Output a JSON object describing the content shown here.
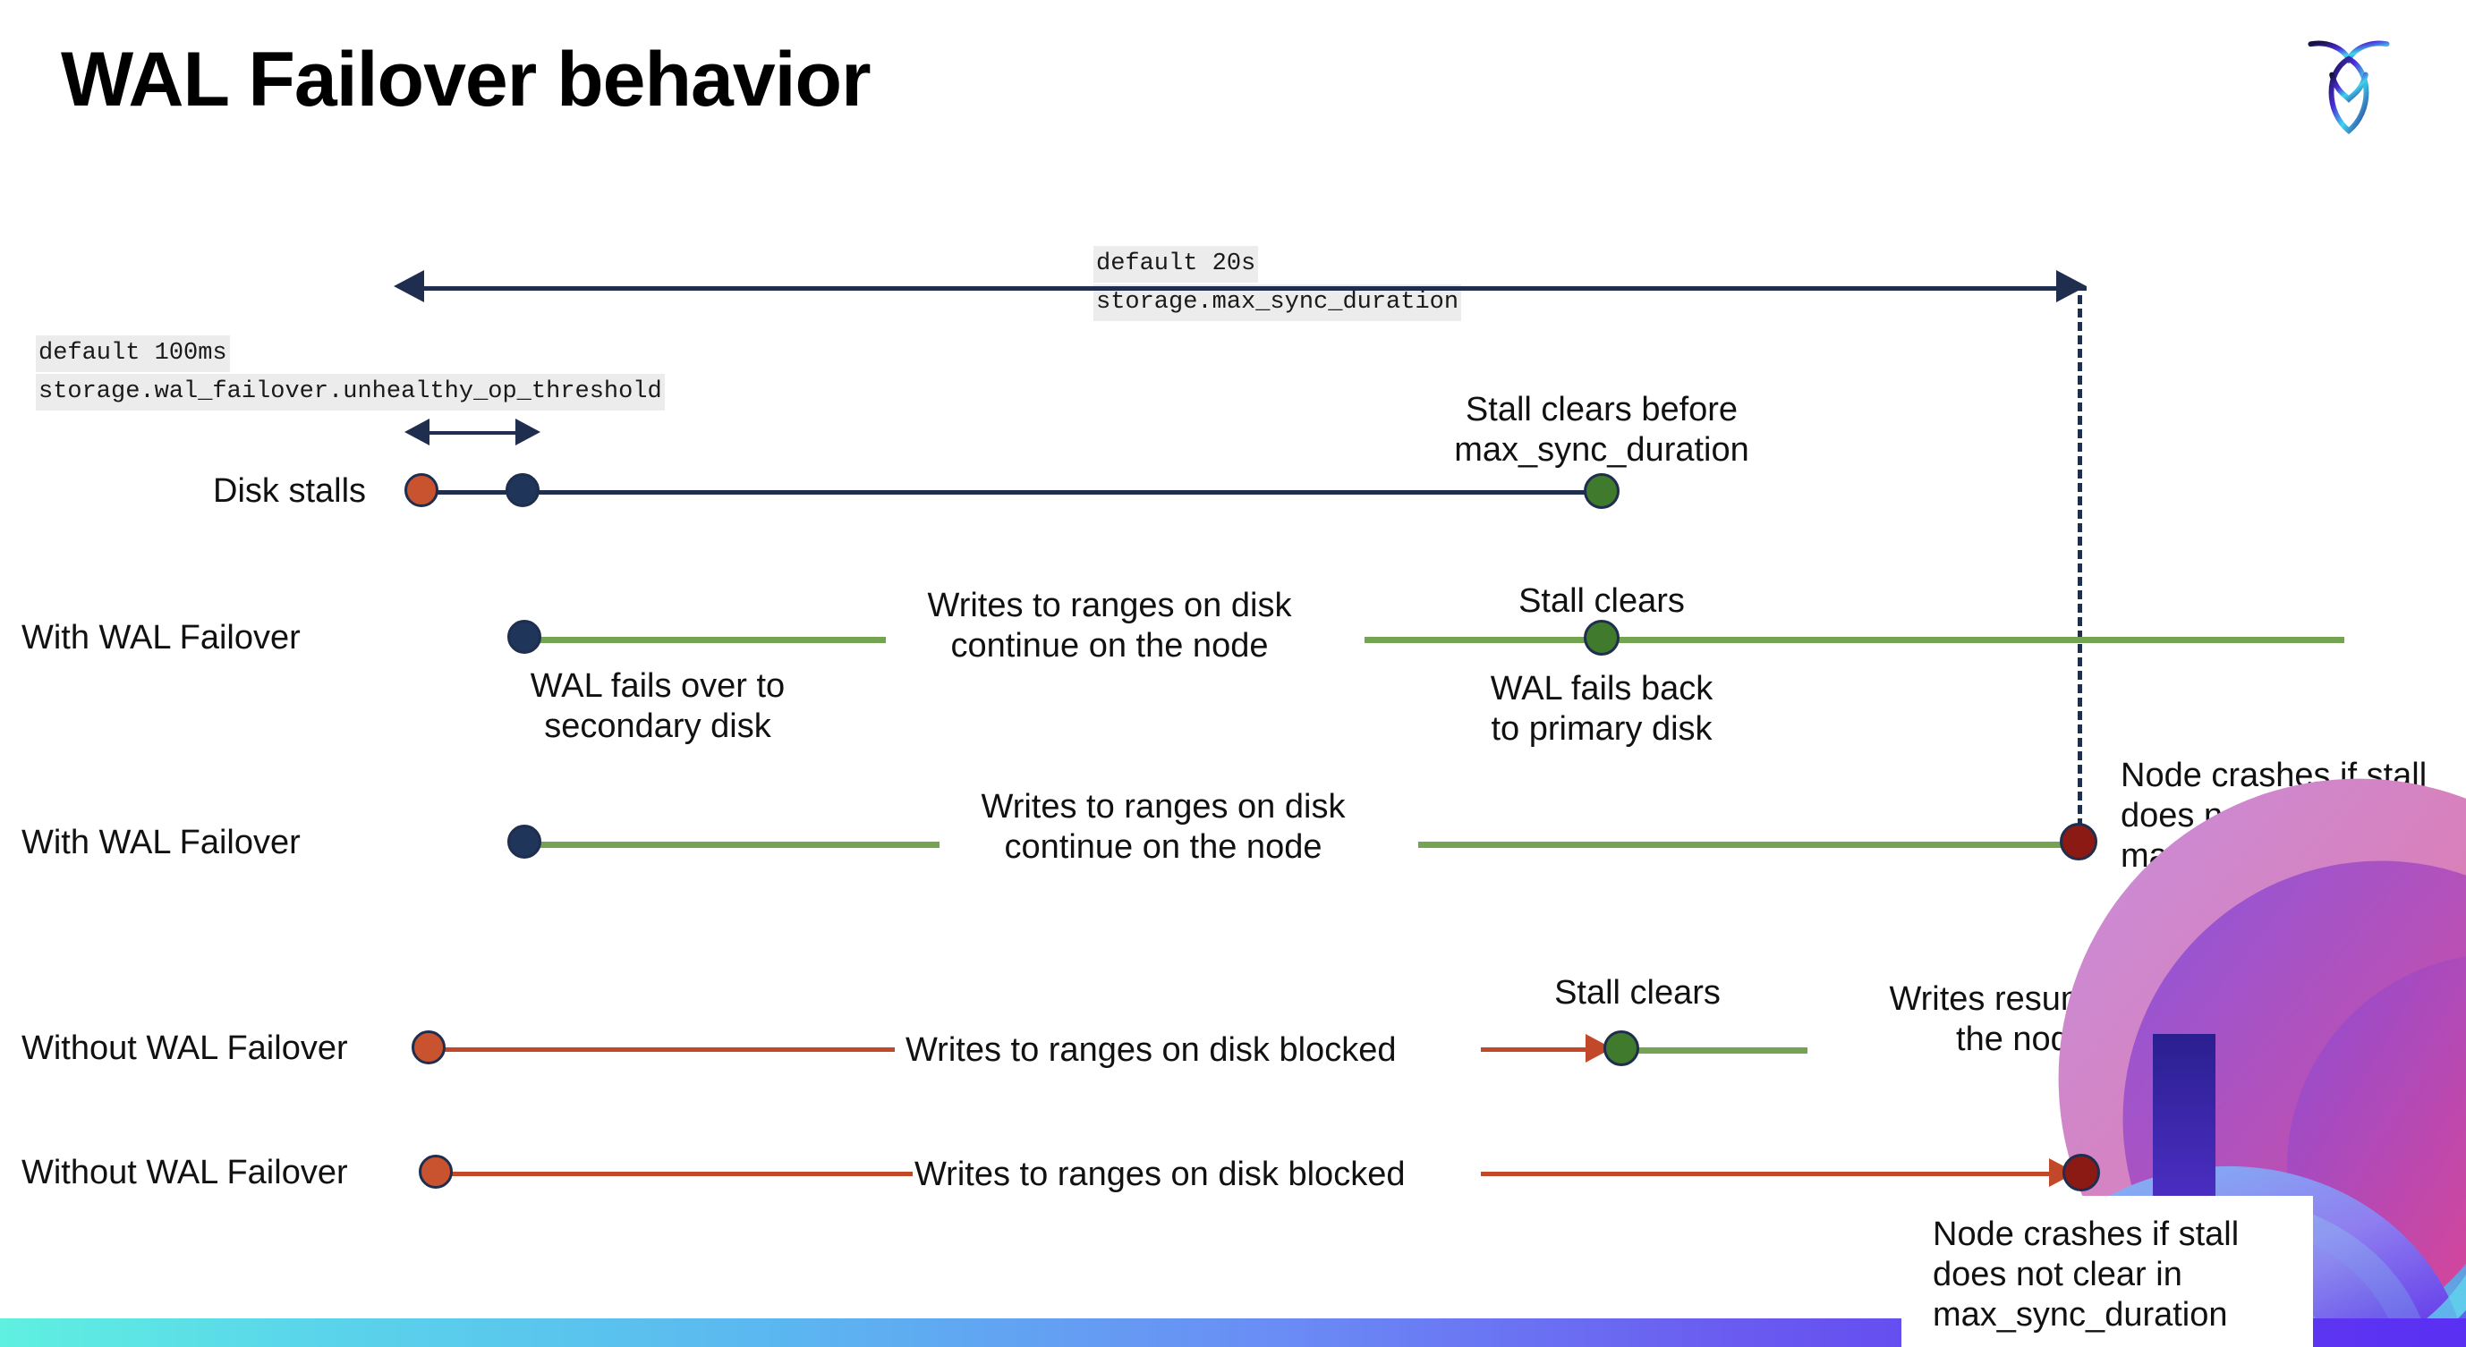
{
  "slide": {
    "title": "WAL Failover behavior",
    "logo_name": "cockroachdb-logo"
  },
  "annotations": {
    "top_setting_value": "default 20s",
    "top_setting_name": "storage.max_sync_duration",
    "left_setting_value": "default 100ms",
    "left_setting_name": "storage.wal_failover.unhealthy_op_threshold"
  },
  "rows": [
    {
      "id": "disk-stalls",
      "label": "Disk stalls",
      "note_above_end": "Stall clears before\nmax_sync_duration"
    },
    {
      "id": "with-wal-failover-1",
      "label": "With WAL Failover",
      "note_start_below": "WAL fails over to\nsecondary disk",
      "note_mid_above": "Writes to ranges on disk\ncontinue on the node",
      "note_end_above": "Stall clears",
      "note_end_below": "WAL fails  back\nto primary disk"
    },
    {
      "id": "with-wal-failover-2",
      "label": "With WAL Failover",
      "note_mid_above": "Writes to ranges on disk\ncontinue on the node",
      "note_end_right": "Node crashes if stall\ndoes not clear in\nmax_sync_duration"
    },
    {
      "id": "without-wal-failover-1",
      "label": "Without WAL Failover",
      "note_mid": "Writes to ranges on disk  blocked",
      "note_end_above": "Stall clears",
      "note_after_above": "Writes resume on\nthe node"
    },
    {
      "id": "without-wal-failover-2",
      "label": "Without WAL Failover",
      "note_mid": "Writes to ranges on disk  blocked",
      "note_end_box": "Node crashes if stall\ndoes not clear in\nmax_sync_duration"
    }
  ],
  "colors": {
    "navy": "#1f2d4e",
    "green_line": "#74a352",
    "orange_line": "#c1492a",
    "dot_navy": "#1f3559",
    "dot_orange": "#c8532e",
    "dot_green": "#3f7a2d",
    "dot_red": "#8c1a14",
    "code_bg": "#ececec"
  }
}
